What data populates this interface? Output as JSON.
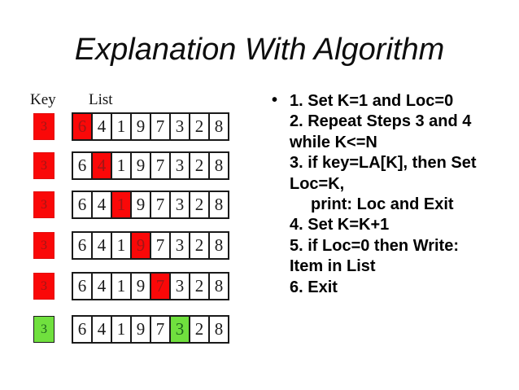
{
  "title": "Explanation With Algorithm",
  "colors": {
    "highlight_red": "#fa0808",
    "red_digit": "#9e1717",
    "highlight_green": "#70e03e",
    "green_digit": "#1d611d",
    "line_black": "#1a1a1a"
  },
  "diagram": {
    "key_label": "Key",
    "list_label": "List",
    "rows": [
      {
        "key": "3",
        "key_color": "red",
        "cells": [
          "6",
          "4",
          "1",
          "9",
          "7",
          "3",
          "2",
          "8"
        ],
        "highlight_index": 0,
        "highlight_color": "red"
      },
      {
        "key": "3",
        "key_color": "red",
        "cells": [
          "6",
          "4",
          "1",
          "9",
          "7",
          "3",
          "2",
          "8"
        ],
        "highlight_index": 1,
        "highlight_color": "red"
      },
      {
        "key": "3",
        "key_color": "red",
        "cells": [
          "6",
          "4",
          "1",
          "9",
          "7",
          "3",
          "2",
          "8"
        ],
        "highlight_index": 2,
        "highlight_color": "red"
      },
      {
        "key": "3",
        "key_color": "red",
        "cells": [
          "6",
          "4",
          "1",
          "9",
          "7",
          "3",
          "2",
          "8"
        ],
        "highlight_index": 3,
        "highlight_color": "red"
      },
      {
        "key": "3",
        "key_color": "red",
        "cells": [
          "6",
          "4",
          "1",
          "9",
          "7",
          "3",
          "2",
          "8"
        ],
        "highlight_index": 4,
        "highlight_color": "red"
      },
      {
        "key": "3",
        "key_color": "green",
        "cells": [
          "6",
          "4",
          "1",
          "9",
          "7",
          "3",
          "2",
          "8"
        ],
        "highlight_index": 5,
        "highlight_color": "green"
      }
    ]
  },
  "algorithm": {
    "bullet": "•",
    "lines": [
      "1. Set K=1 and Loc=0",
      "2. Repeat Steps 3 and 4",
      "while K<=N",
      "3. if key=LA[K], then Set",
      "Loc=K,",
      "print: Loc and Exit",
      "4. Set K=K+1",
      "5. if Loc=0 then Write:",
      "Item in List",
      "6. Exit"
    ],
    "indented_line_index": 5
  }
}
